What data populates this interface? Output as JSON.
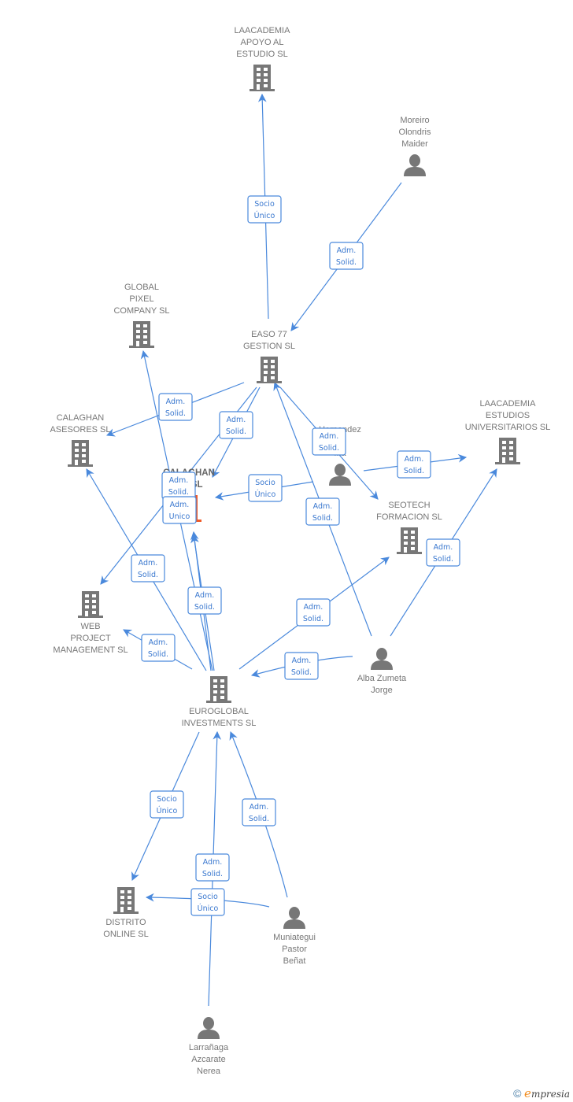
{
  "colors": {
    "edge": "#4a89dc",
    "node": "#777777",
    "focus": "#f05a28",
    "label": "#777777"
  },
  "nodes": [
    {
      "id": "laacademia_apoyo",
      "type": "company",
      "lines": [
        "LAACADEMIA",
        "APOYO AL",
        "ESTUDIO SL"
      ],
      "label_pos": "above"
    },
    {
      "id": "moreiro",
      "type": "person",
      "lines": [
        "Moreiro",
        "Olondris",
        "Maider"
      ],
      "label_pos": "above"
    },
    {
      "id": "global_pixel",
      "type": "company",
      "lines": [
        "GLOBAL",
        "PIXEL",
        "COMPANY SL"
      ],
      "label_pos": "above"
    },
    {
      "id": "easo77",
      "type": "company",
      "lines": [
        "EASO 77",
        "GESTION SL"
      ],
      "label_pos": "above"
    },
    {
      "id": "calaghan_asesores",
      "type": "company",
      "lines": [
        "CALAGHAN",
        "ASESORES SL"
      ],
      "label_pos": "above"
    },
    {
      "id": "laacademia_estudios",
      "type": "company",
      "lines": [
        "LAACADEMIA",
        "ESTUDIOS",
        "UNIVERSITARIOS SL"
      ],
      "label_pos": "above"
    },
    {
      "id": "hernandez",
      "type": "person",
      "lines": [
        "Hernandez",
        "...o",
        "...a"
      ],
      "label_pos": "above"
    },
    {
      "id": "calaghan_focus",
      "type": "focus",
      "lines": [
        "CALAGHAN",
        "...E SL"
      ],
      "label_pos": "above"
    },
    {
      "id": "seotech",
      "type": "company",
      "lines": [
        "SEOTECH",
        "FORMACION  SL"
      ],
      "label_pos": "above"
    },
    {
      "id": "web_project",
      "type": "company",
      "lines": [
        "WEB",
        "PROJECT",
        "MANAGEMENT SL"
      ],
      "label_pos": "below"
    },
    {
      "id": "alba",
      "type": "person",
      "lines": [
        "Alba Zumeta",
        "Jorge"
      ],
      "label_pos": "below"
    },
    {
      "id": "euroglobal",
      "type": "company",
      "lines": [
        "EUROGLOBAL",
        "INVESTMENTS SL"
      ],
      "label_pos": "below"
    },
    {
      "id": "distrito",
      "type": "company",
      "lines": [
        "DISTRITO",
        "ONLINE SL"
      ],
      "label_pos": "below"
    },
    {
      "id": "muniategui",
      "type": "person",
      "lines": [
        "Muniategui",
        "Pastor",
        "Beñat"
      ],
      "label_pos": "below"
    },
    {
      "id": "larranaga",
      "type": "person",
      "lines": [
        "Larrañaga",
        "Azcarate",
        "Nerea"
      ],
      "label_pos": "below"
    }
  ],
  "edges": [
    {
      "from": "easo77",
      "to": "laacademia_apoyo",
      "label": [
        "Socio",
        "Único"
      ]
    },
    {
      "from": "moreiro",
      "to": "easo77",
      "label": [
        "Adm.",
        "Solid."
      ]
    },
    {
      "from": "easo77",
      "to": "calaghan_asesores",
      "label": [
        "Adm.",
        "Solid."
      ]
    },
    {
      "from": "easo77",
      "to": "calaghan_focus",
      "label": [
        "Adm.",
        "Solid."
      ]
    },
    {
      "from": "easo77",
      "to": "web_project",
      "label": []
    },
    {
      "from": "hernandez",
      "to": "calaghan_focus",
      "label": [
        "Socio",
        "Único"
      ]
    },
    {
      "from": "easo77",
      "to": "seotech",
      "label": [
        "Adm.",
        "Solid."
      ]
    },
    {
      "from": "hernandez",
      "to": "laacademia_estudios",
      "label": [
        "Adm.",
        "Solid."
      ]
    },
    {
      "from": "alba",
      "to": "easo77",
      "label": [
        "Adm.",
        "Solid."
      ]
    },
    {
      "from": "euroglobal",
      "to": "global_pixel",
      "label": [
        "Adm.",
        "Solid."
      ]
    },
    {
      "from": "euroglobal",
      "to": "calaghan_focus",
      "label": [
        "Adm.",
        "Unico"
      ]
    },
    {
      "from": "euroglobal",
      "to": "calaghan_asesores",
      "label": [
        "Adm.",
        "Solid."
      ]
    },
    {
      "from": "euroglobal",
      "to": "calaghan_focus",
      "label": [
        "Adm.",
        "Solid."
      ]
    },
    {
      "from": "euroglobal",
      "to": "web_project",
      "label": [
        "Adm.",
        "Solid."
      ]
    },
    {
      "from": "euroglobal",
      "to": "seotech",
      "label": [
        "Adm.",
        "Solid."
      ]
    },
    {
      "from": "alba",
      "to": "laacademia_estudios",
      "label": [
        "Adm.",
        "Solid."
      ]
    },
    {
      "from": "alba",
      "to": "euroglobal",
      "label": [
        "Adm.",
        "Solid."
      ]
    },
    {
      "from": "euroglobal",
      "to": "distrito",
      "label": [
        "Socio",
        "Único"
      ]
    },
    {
      "from": "muniategui",
      "to": "euroglobal",
      "label": [
        "Adm.",
        "Solid."
      ]
    },
    {
      "from": "larranaga",
      "to": "euroglobal",
      "label": [
        "Adm.",
        "Solid."
      ]
    },
    {
      "from": "muniategui",
      "to": "distrito",
      "label": [
        "Socio",
        "Único"
      ]
    }
  ],
  "watermark": {
    "copyright": "©",
    "brand_initial": "e",
    "brand_rest": "mpresia"
  }
}
